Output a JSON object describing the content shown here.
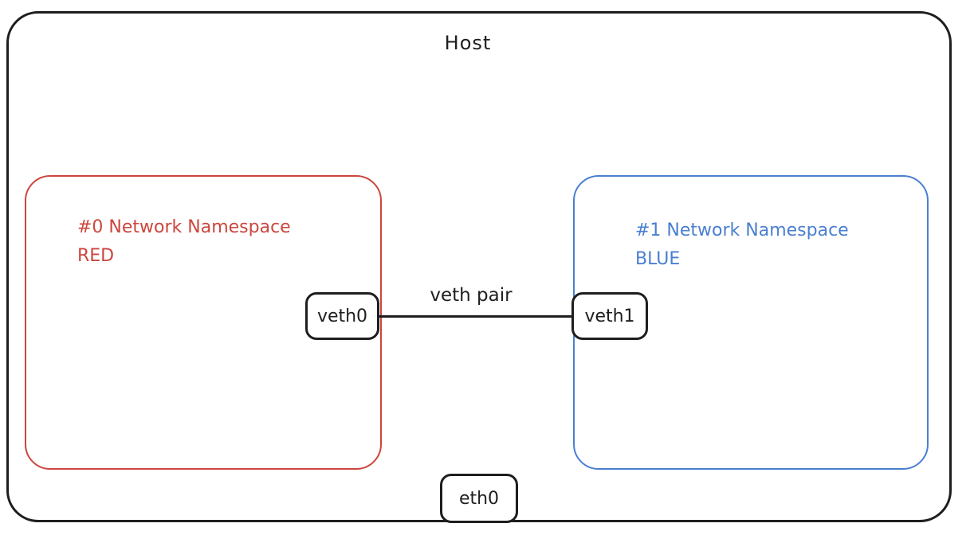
{
  "diagram": {
    "host": {
      "label": "Host"
    },
    "namespaces": [
      {
        "id": "red",
        "index": "#0",
        "title": "#0 Network Namespace",
        "name": "RED",
        "border_color": "#cc463e",
        "text_color": "#cc463e"
      },
      {
        "id": "blue",
        "index": "#1",
        "title": "#1 Network Namespace",
        "name": "BLUE",
        "border_color": "#4a7fd0",
        "text_color": "#4a7fd0"
      }
    ],
    "interfaces": [
      {
        "id": "veth0",
        "label": "veth0",
        "location": "red namespace right edge"
      },
      {
        "id": "veth1",
        "label": "veth1",
        "location": "blue namespace left edge"
      },
      {
        "id": "eth0",
        "label": "eth0",
        "location": "host bottom edge"
      }
    ],
    "connection": {
      "label": "veth pair",
      "from": "veth0",
      "to": "veth1",
      "color": "#1e1e1e"
    },
    "colors": {
      "stroke": "#1e1e1e",
      "red": "#cc463e",
      "blue": "#4a7fd0",
      "background": "#ffffff"
    }
  }
}
